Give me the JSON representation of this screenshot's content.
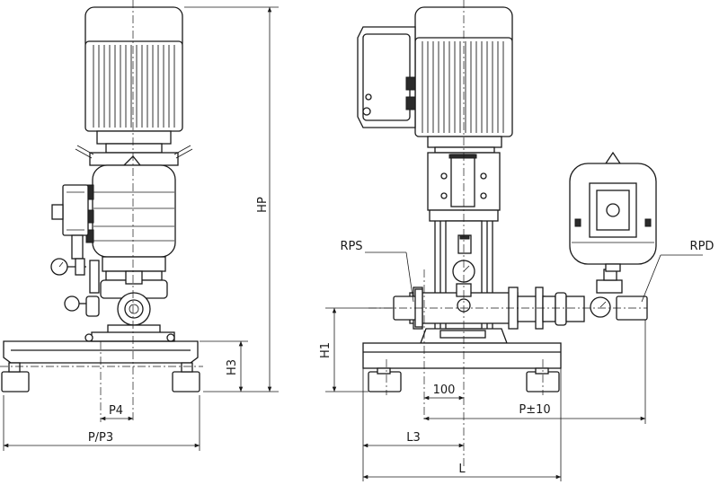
{
  "labels": {
    "hp": "HP",
    "h3": "H3",
    "p4": "P4",
    "p_p3": "P/P3",
    "rps": "RPS",
    "rpd": "RPD",
    "h1": "H1",
    "d100": "100",
    "p_tol": "P±10",
    "l3": "L3",
    "l": "L"
  },
  "colors": {
    "line": "#1a1a1a",
    "background": "#ffffff"
  }
}
